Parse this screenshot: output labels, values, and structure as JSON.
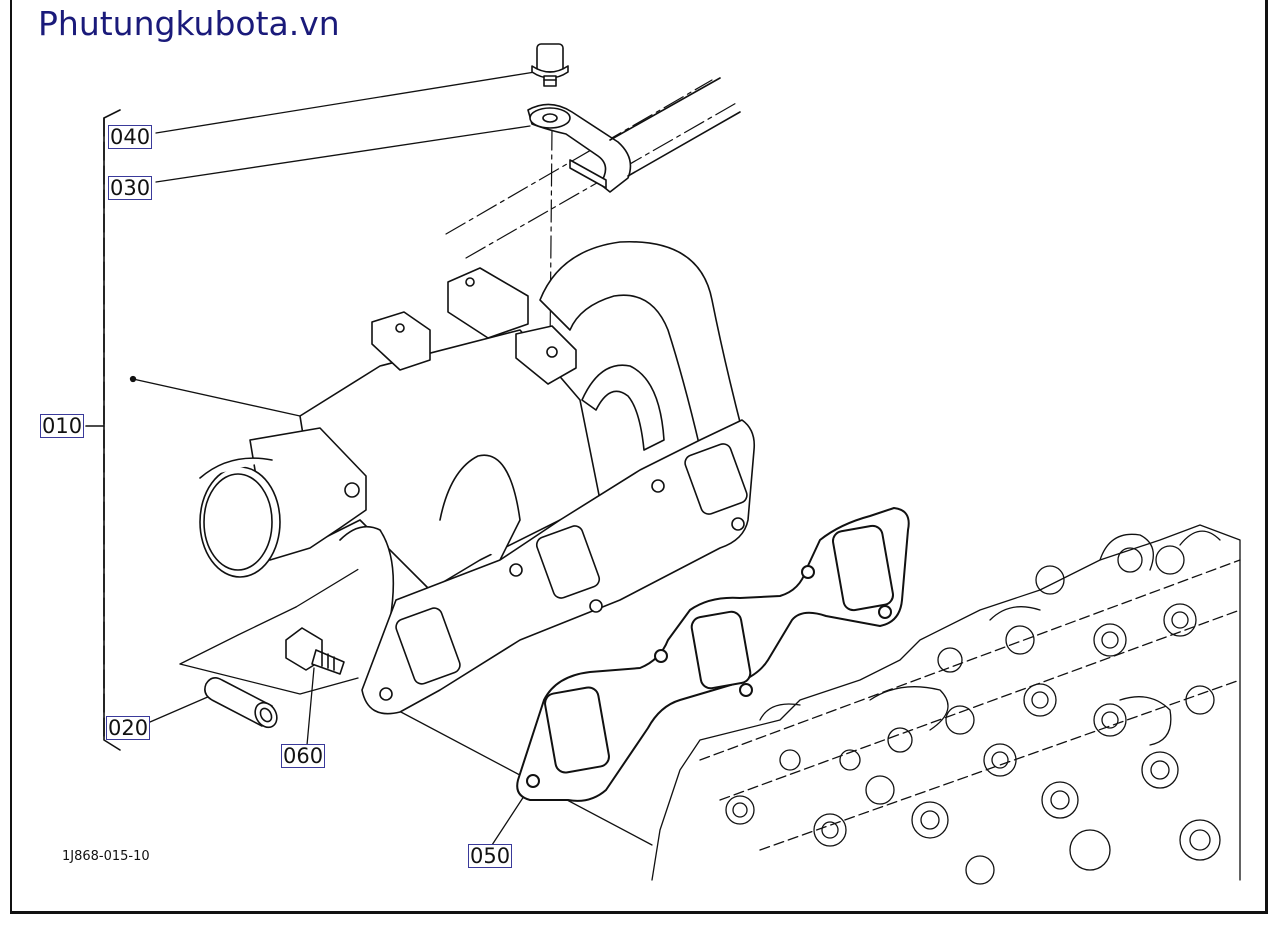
{
  "watermark": "Phutungkubota.vn",
  "drawing_code": "1J868-015-10",
  "parts": [
    {
      "id": "p010",
      "number": "010"
    },
    {
      "id": "p020",
      "number": "020"
    },
    {
      "id": "p030",
      "number": "030"
    },
    {
      "id": "p040",
      "number": "040"
    },
    {
      "id": "p050",
      "number": "050"
    },
    {
      "id": "p060",
      "number": "060"
    }
  ],
  "colors": {
    "line": "#111111",
    "label_border": "#3a3a9a",
    "watermark": "#1a1a7a"
  }
}
